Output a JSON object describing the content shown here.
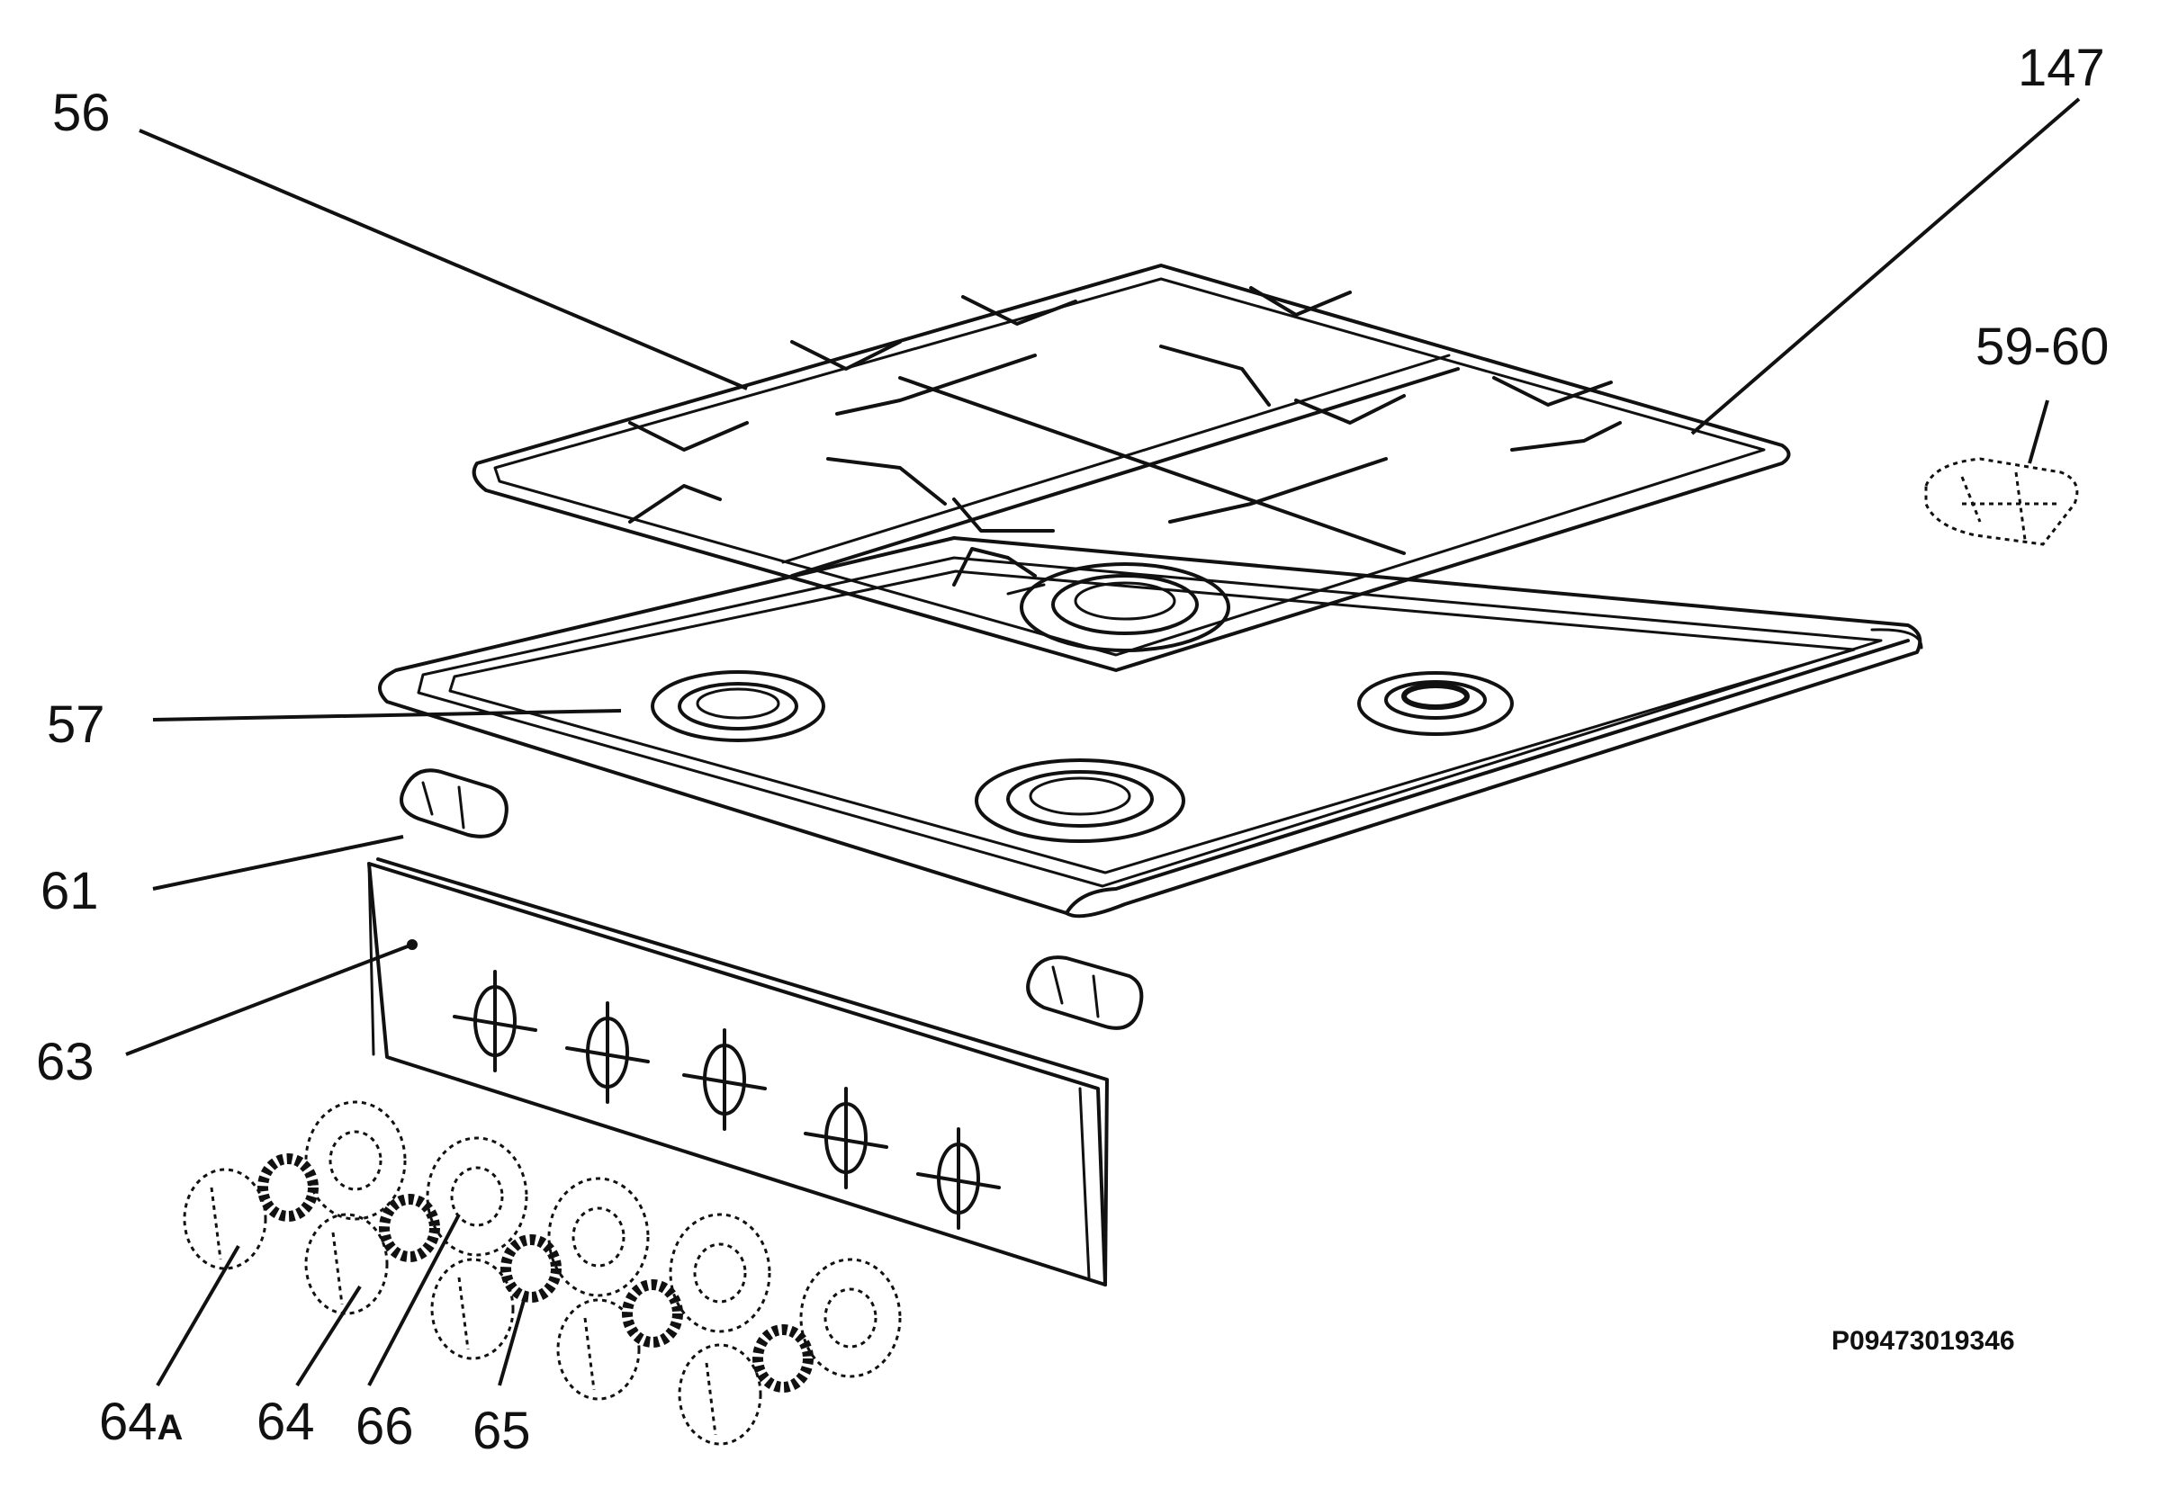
{
  "diagram": {
    "callouts": {
      "c56": "56",
      "c147": "147",
      "c59_60": "59-60",
      "c57": "57",
      "c61": "61",
      "c63": "63",
      "c64a": "64",
      "c64a_suffix": "A",
      "c64": "64",
      "c66": "66",
      "c65": "65"
    },
    "drawing_code": "P09473019346"
  }
}
